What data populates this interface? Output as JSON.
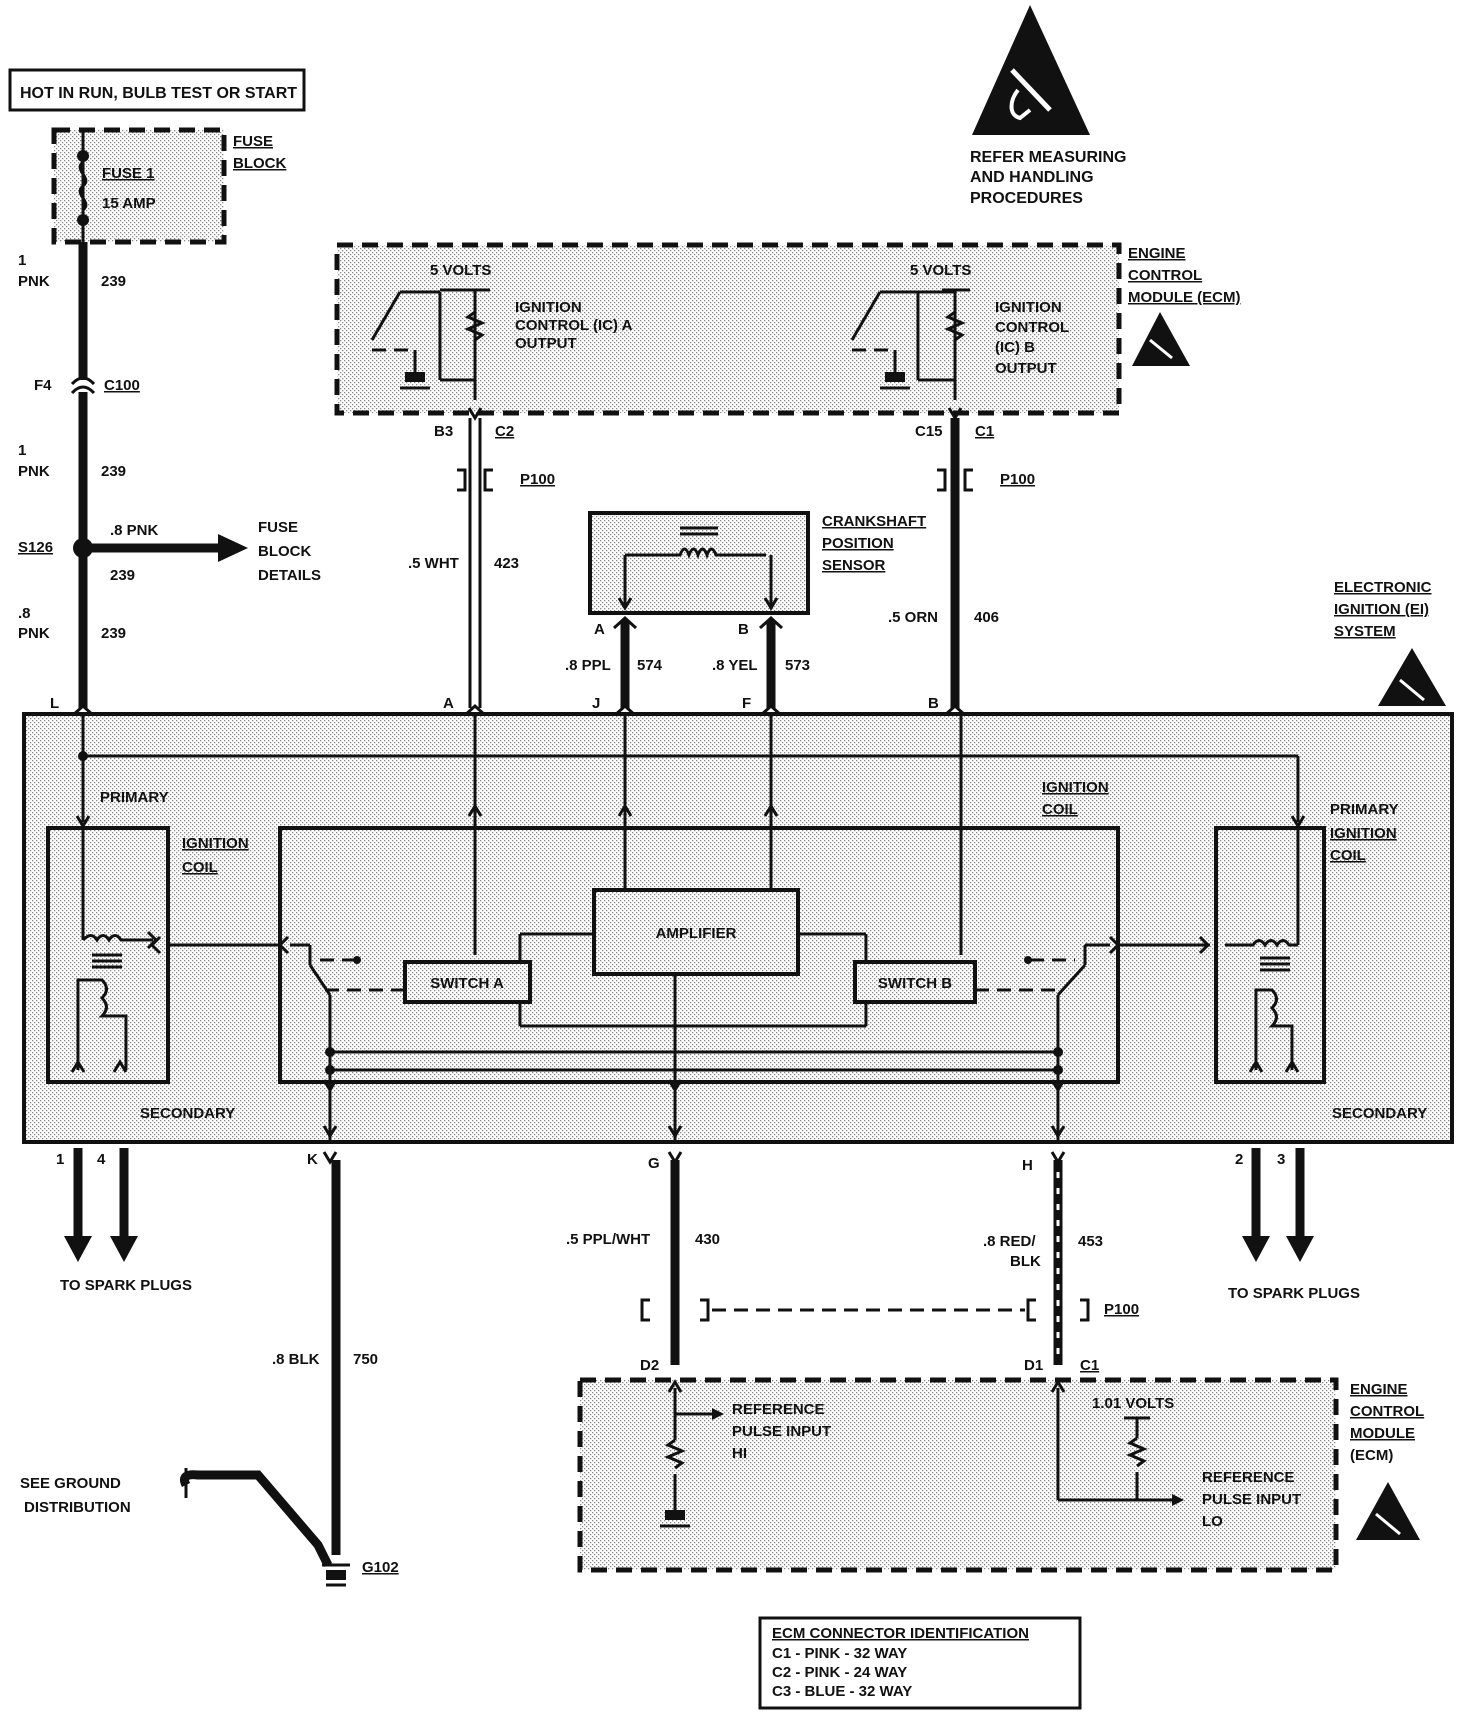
{
  "power_header": "HOT IN RUN, BULB TEST OR START",
  "fuse_block": {
    "title_line1": "FUSE",
    "title_line2": "BLOCK",
    "fuse_name": "FUSE 1",
    "fuse_rating": "15 AMP"
  },
  "esd_notice": {
    "line1": "REFER MEASURING",
    "line2": "AND HANDLING",
    "line3": "PROCEDURES"
  },
  "ecm_top": {
    "title_line1": "ENGINE",
    "title_line2": "CONTROL",
    "title_line3": "MODULE (ECM)",
    "volts_a": "5 VOLTS",
    "volts_b": "5 VOLTS",
    "ic_a_line1": "IGNITION",
    "ic_a_line2": "CONTROL (IC) A",
    "ic_a_line3": "OUTPUT",
    "ic_b_line1": "IGNITION",
    "ic_b_line2": "CONTROL",
    "ic_b_line3": "(IC) B",
    "ic_b_line4": "OUTPUT"
  },
  "left_wire": {
    "size1": "1",
    "color1": "PNK",
    "circuit1": "239",
    "pin_f4": "F4",
    "conn_c100": "C100",
    "size2": "1",
    "color2": "PNK",
    "circuit2": "239",
    "splice": "S126",
    "branch_size": ".8 PNK",
    "branch_circuit": "239",
    "branch_dest1": "FUSE",
    "branch_dest2": "BLOCK",
    "branch_dest3": "DETAILS",
    "size3": ".8",
    "color3": "PNK",
    "circuit3": "239"
  },
  "ic_a_wire": {
    "pin": "B3",
    "conn": "C2",
    "p100": "P100",
    "size_color": ".5 WHT",
    "circuit": "423"
  },
  "ic_b_wire": {
    "pin": "C15",
    "conn": "C1",
    "p100": "P100",
    "size_color": ".5 ORN",
    "circuit": "406"
  },
  "crank_sensor": {
    "title_line1": "CRANKSHAFT",
    "title_line2": "POSITION",
    "title_line3": "SENSOR",
    "pin_a": "A",
    "pin_b": "B",
    "wire_a_size": ".8 PPL",
    "wire_a_circuit": "574",
    "wire_b_size": ".8 YEL",
    "wire_b_circuit": "573"
  },
  "ei_system": {
    "title_line1": "ELECTRONIC",
    "title_line2": "IGNITION (EI)",
    "title_line3": "SYSTEM"
  },
  "ei_pins_top": {
    "l": "L",
    "a": "A",
    "j": "J",
    "f": "F",
    "b": "B"
  },
  "ei_module": {
    "primary_left": "PRIMARY",
    "coil_left_line1": "IGNITION",
    "coil_left_line2": "COIL",
    "coil_mid_line1": "IGNITION",
    "coil_mid_line2": "COIL",
    "primary_right_line1": "PRIMARY",
    "primary_right_line2": "IGNITION",
    "primary_right_line3": "COIL",
    "amplifier": "AMPLIFIER",
    "switch_a": "SWITCH A",
    "switch_b": "SWITCH B",
    "secondary_left": "SECONDARY",
    "secondary_right": "SECONDARY"
  },
  "ei_pins_bottom": {
    "p1": "1",
    "p4": "4",
    "k": "K",
    "g": "G",
    "h": "H",
    "p2": "2",
    "p3": "3"
  },
  "spark_left": "TO SPARK PLUGS",
  "spark_right": "TO SPARK PLUGS",
  "ground_wire": {
    "size_color": ".8 BLK",
    "circuit": "750",
    "ground_text_line1": "SEE GROUND",
    "ground_text_line2": "DISTRIBUTION",
    "ground_id": "G102"
  },
  "ref_hi_wire": {
    "size_color": ".5 PPL/WHT",
    "circuit": "430",
    "pin": "D2"
  },
  "ref_lo_wire": {
    "size_line1": ".8 RED/",
    "size_line2": "BLK",
    "circuit": "453",
    "pin": "D1",
    "conn": "C1",
    "p100": "P100"
  },
  "ecm_bottom": {
    "title_line1": "ENGINE",
    "title_line2": "CONTROL",
    "title_line3": "MODULE",
    "title_line4": "(ECM)",
    "ref_hi_line1": "REFERENCE",
    "ref_hi_line2": "PULSE INPUT",
    "ref_hi_line3": "HI",
    "volts": "1.01 VOLTS",
    "ref_lo_line1": "REFERENCE",
    "ref_lo_line2": "PULSE INPUT",
    "ref_lo_line3": "LO"
  },
  "connector_table": {
    "title": "ECM CONNECTOR IDENTIFICATION",
    "rows": [
      "C1 - PINK - 32 WAY",
      "C2 - PINK - 24 WAY",
      "C3 - BLUE - 32 WAY"
    ]
  }
}
